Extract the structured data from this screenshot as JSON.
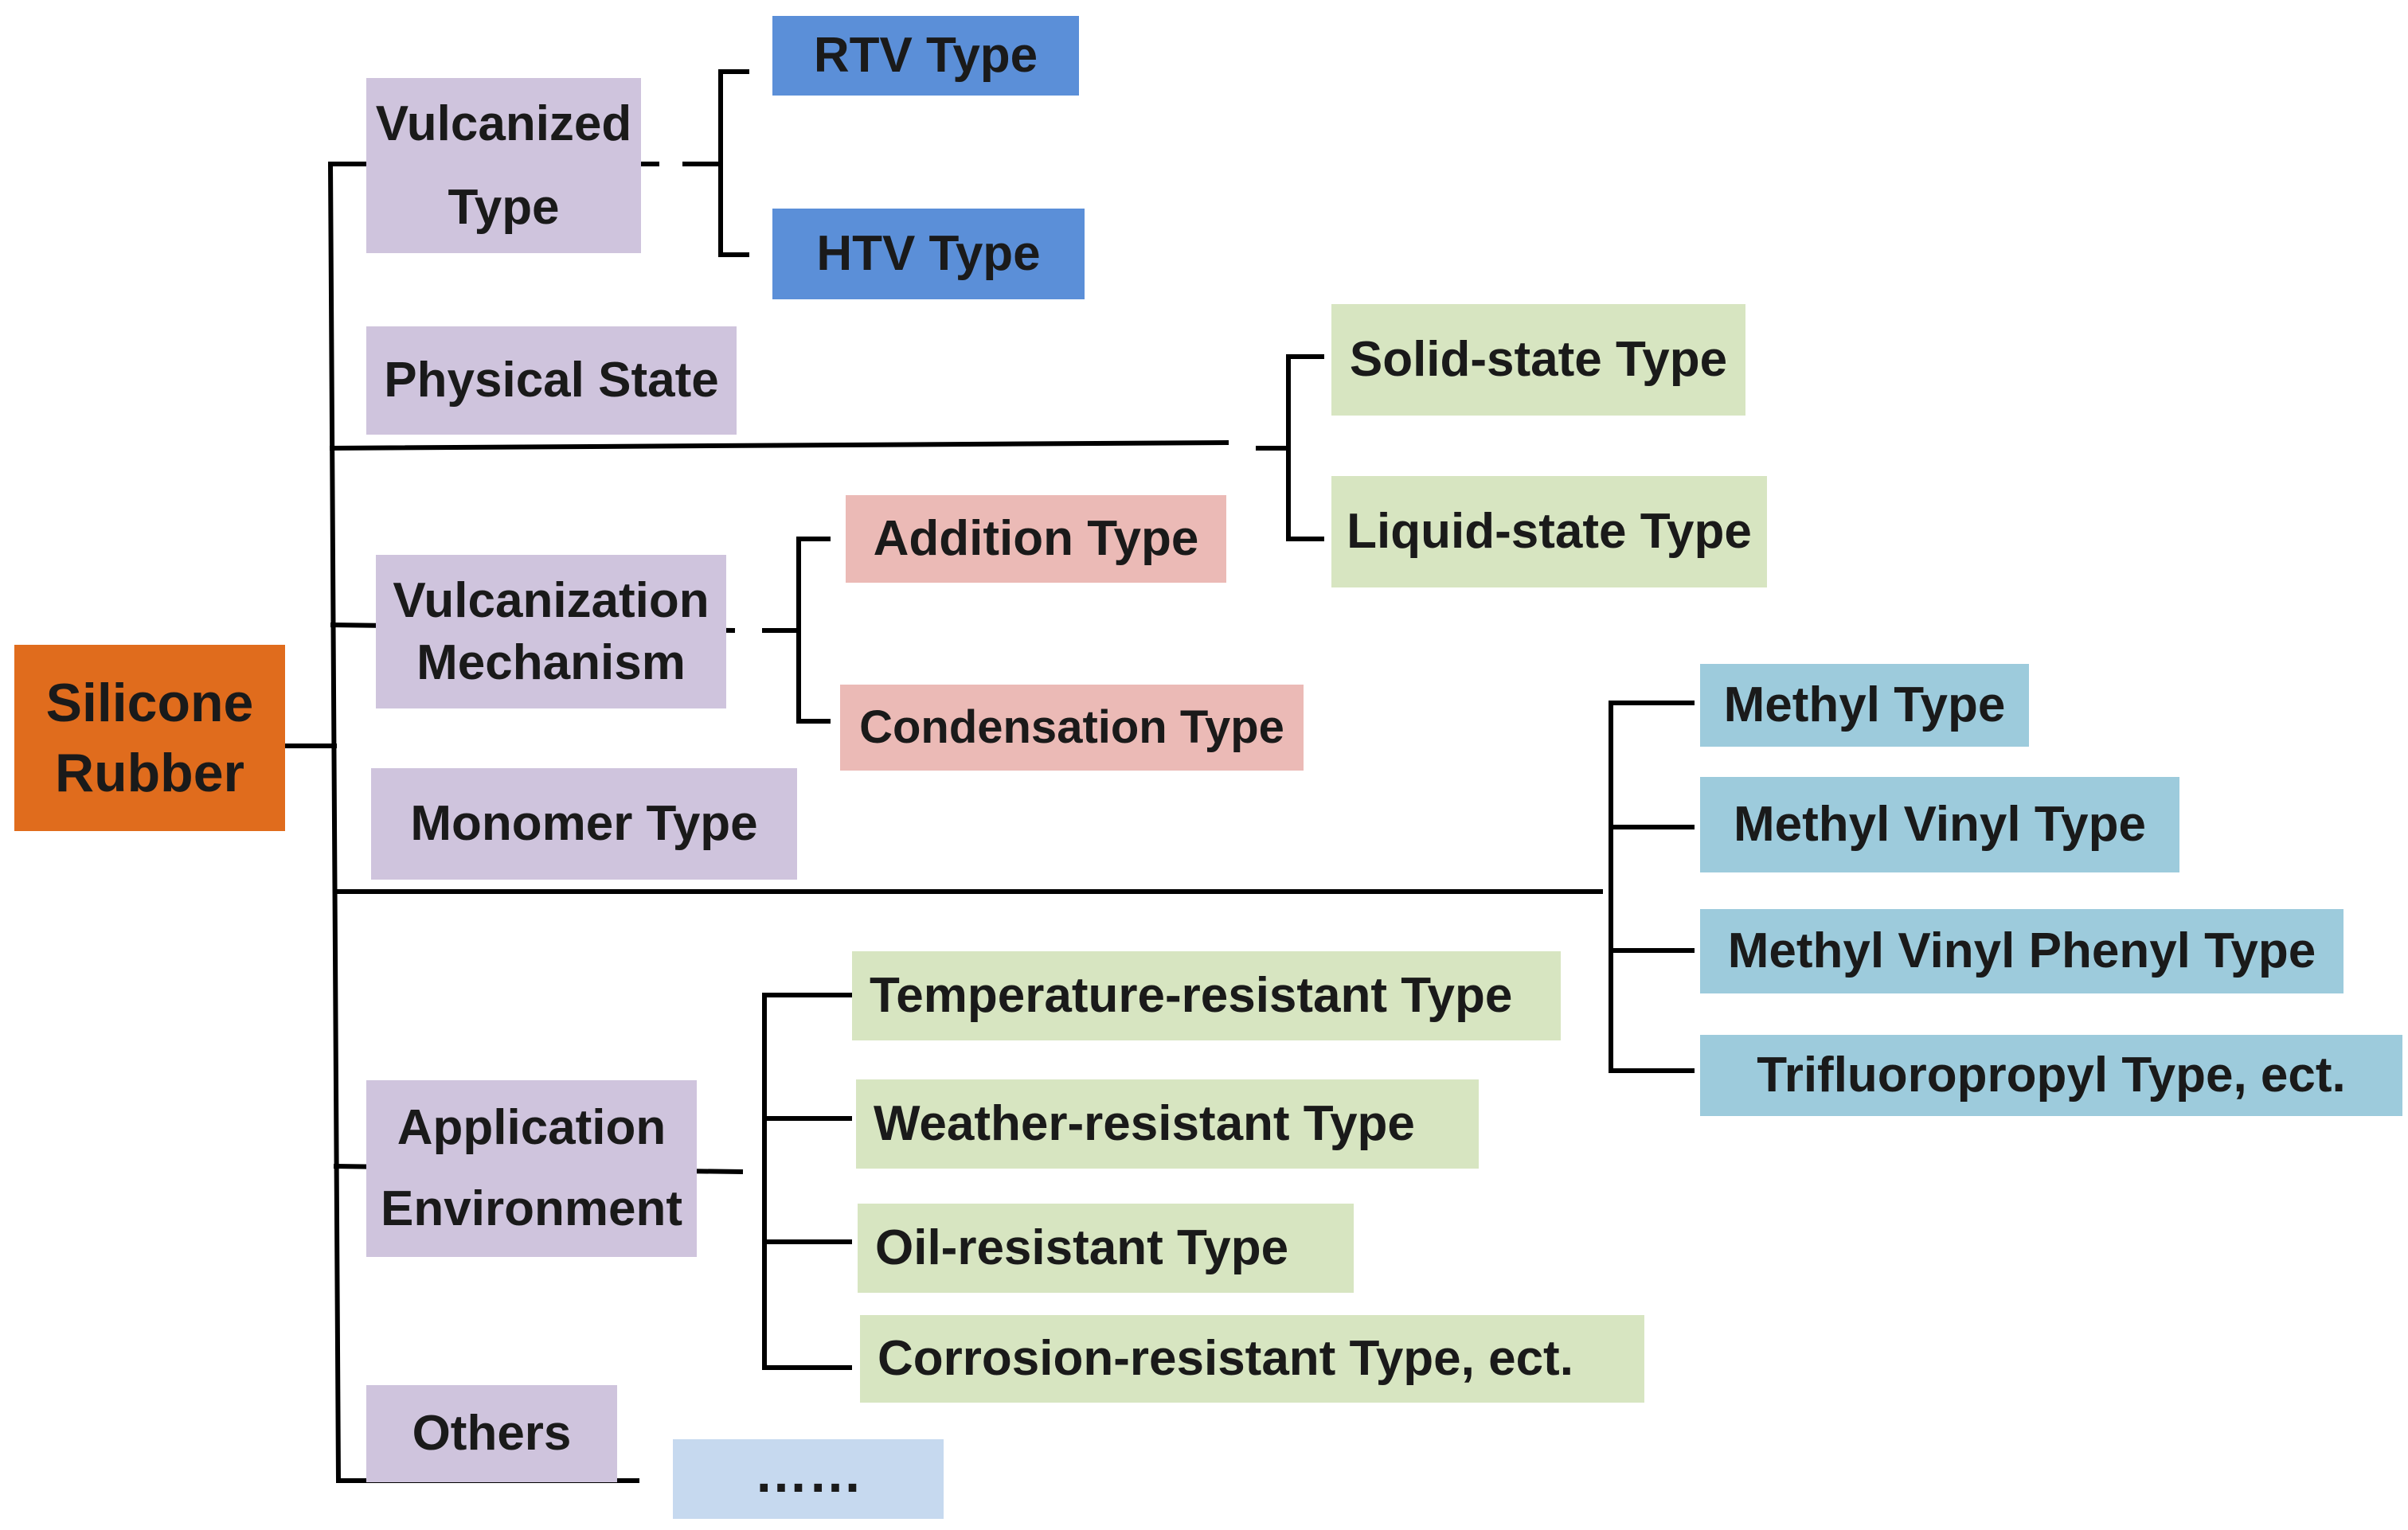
{
  "root": "Silicone Rubber",
  "categories": {
    "vulcanized_type": "Vulcanized Type",
    "physical_state": "Physical State",
    "vulcanization_mechanism": "Vulcanization Mechanism",
    "monomer_type": "Monomer Type",
    "application_environment": "Application Environment",
    "others": "Others"
  },
  "leaves": {
    "vulcanized_type": [
      "RTV Type",
      "HTV Type"
    ],
    "physical_state": [
      "Solid-state Type",
      "Liquid-state Type"
    ],
    "vulcanization_mechanism": [
      "Addition Type",
      "Condensation Type"
    ],
    "monomer_type": [
      "Methyl Type",
      "Methyl Vinyl Type",
      "Methyl Vinyl Phenyl Type",
      "Trifluoropropyl Type, ect."
    ],
    "application_environment": [
      "Temperature-resistant Type",
      "Weather-resistant Type",
      "Oil-resistant Type",
      "Corrosion-resistant Type, ect."
    ],
    "others": "……"
  },
  "colors": {
    "root": "#e06c1d",
    "category": "#cfc4dd",
    "vulcanized_leaves": "#5b8fd8",
    "physical_state_leaves": "#d7e5c1",
    "mechanism_leaves": "#ebbab6",
    "monomer_leaves": "#9dcbdc",
    "application_leaves": "#d7e5c1",
    "others_leaf": "#c6d9ef",
    "connector": "#000000"
  }
}
